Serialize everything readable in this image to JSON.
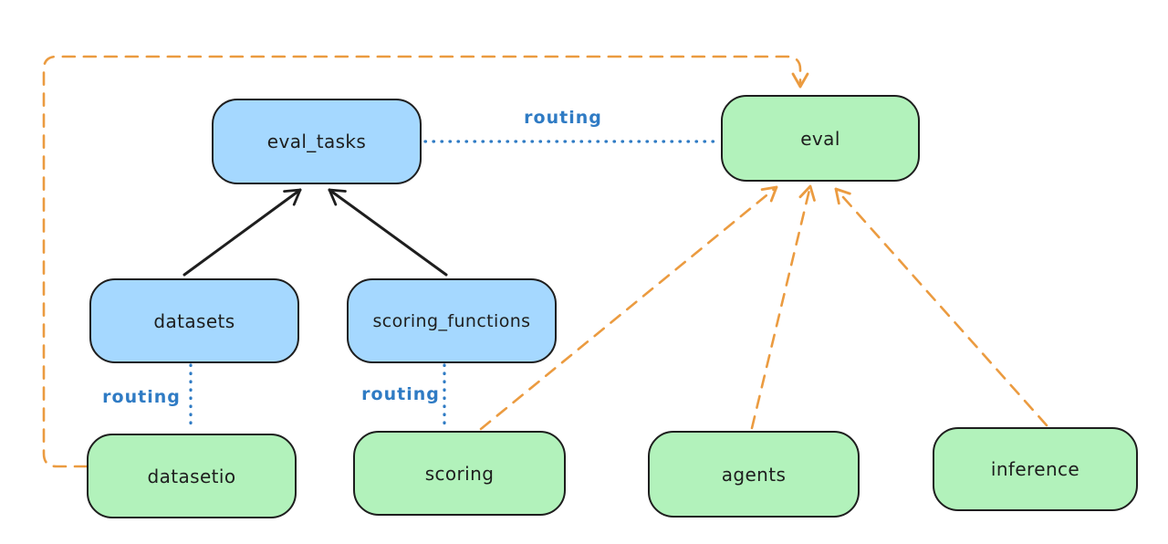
{
  "diagram": {
    "type": "architecture-diagram",
    "style": "hand-drawn",
    "colors": {
      "background": "#ffffff",
      "stroke": "#1e1e1e",
      "blue_fill": "#a5d8ff",
      "green_fill": "#b2f2bb",
      "routing_blue": "#2f7bc4",
      "orange": "#eb9b40"
    },
    "nodes": {
      "eval_tasks": {
        "label": "eval_tasks",
        "color": "blue"
      },
      "eval": {
        "label": "eval",
        "color": "green"
      },
      "datasets": {
        "label": "datasets",
        "color": "blue"
      },
      "scoring_functions": {
        "label": "scoring_functions",
        "color": "blue"
      },
      "datasetio": {
        "label": "datasetio",
        "color": "green"
      },
      "scoring": {
        "label": "scoring",
        "color": "green"
      },
      "agents": {
        "label": "agents",
        "color": "green"
      },
      "inference": {
        "label": "inference",
        "color": "green"
      }
    },
    "edge_labels": {
      "top": {
        "text": "routing"
      },
      "left": {
        "text": "routing"
      },
      "middle": {
        "text": "routing"
      }
    },
    "edges": [
      {
        "from": "datasets",
        "to": "eval_tasks",
        "style": "solid-black-arrow"
      },
      {
        "from": "scoring_functions",
        "to": "eval_tasks",
        "style": "solid-black-arrow"
      },
      {
        "from": "eval_tasks",
        "to": "eval",
        "style": "blue-dotted",
        "label": "routing"
      },
      {
        "from": "datasets",
        "to": "datasetio",
        "style": "blue-dotted",
        "label": "routing"
      },
      {
        "from": "scoring_functions",
        "to": "scoring",
        "style": "blue-dotted",
        "label": "routing"
      },
      {
        "from": "datasetio",
        "to": "eval",
        "style": "orange-dashed-arrow",
        "route": "around-left-and-top"
      },
      {
        "from": "scoring",
        "to": "eval",
        "style": "orange-dashed-arrow"
      },
      {
        "from": "agents",
        "to": "eval",
        "style": "orange-dashed-arrow"
      },
      {
        "from": "inference",
        "to": "eval",
        "style": "orange-dashed-arrow"
      }
    ]
  }
}
